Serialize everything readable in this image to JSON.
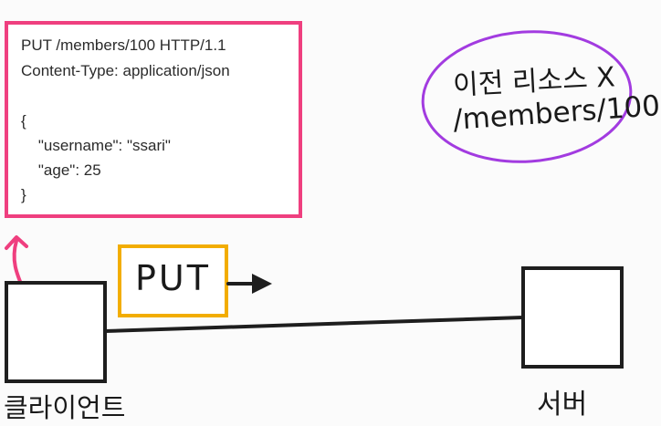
{
  "request": {
    "lines": [
      "PUT /members/100 HTTP/1.1",
      "Content-Type: application/json",
      "",
      "{",
      "    \"username\": \"ssari\"",
      "    \"age\": 25",
      "}"
    ]
  },
  "method_label": "PUT",
  "note": {
    "line1": "이전 리소스 X",
    "line2": "/members/100"
  },
  "client_label": "클라이언트",
  "server_label": "서버",
  "colors": {
    "request_border": "#ef3f7f",
    "method_border": "#f2ad00",
    "note_border": "#a23be0",
    "ink": "#1e1e1e"
  }
}
